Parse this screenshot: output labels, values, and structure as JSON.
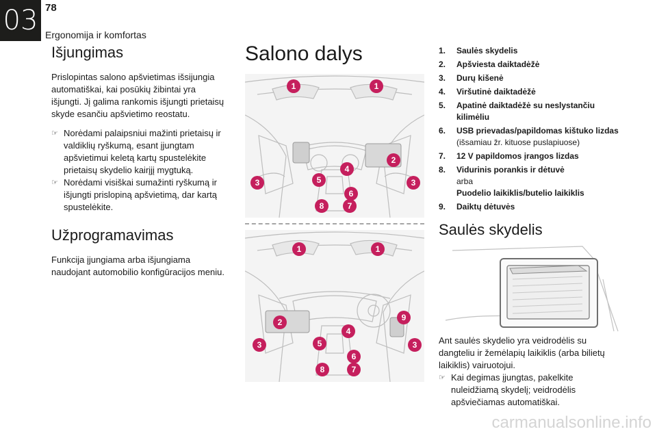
{
  "header": {
    "chapter": "03",
    "page_number": "78",
    "chapter_title": "Ergonomija ir komfortas"
  },
  "left": {
    "section1": {
      "title": "Išjungimas",
      "paragraph": "Prislopintas salono apšvietimas išsijungia automatiškai, kai posūkių žibintai yra išjungti. Jį galima rankomis išjungti prietaisų skyde esančiu apšvietimo reostatu.",
      "bullets": [
        "Norėdami palaipsniui mažinti prietaisų ir valdiklių ryškumą, esant įjungtam apšvietimui keletą kartų spustelėkite prietaisų skydelio kairįjį mygtuką.",
        "Norėdami visiškai sumažinti ryškumą ir išjungti prislopiną apšvietimą, dar kartą spustelėkite."
      ]
    },
    "section2": {
      "title": "Užprogramavimas",
      "paragraph": "Funkcija įjungiama arba išjungiama naudojant automobilio konfigūracijos meniu."
    },
    "bullet_icon": ""
  },
  "middle": {
    "title": "Salono dalys",
    "figure_top_badges": [
      "1",
      "1",
      "2",
      "3",
      "3",
      "4",
      "5",
      "6",
      "7",
      "8"
    ],
    "figure_bottom_badges": [
      "1",
      "1",
      "2",
      "3",
      "3",
      "4",
      "5",
      "6",
      "7",
      "8",
      "9"
    ]
  },
  "right": {
    "parts": [
      {
        "num": "1.",
        "label": "Saulės skydelis"
      },
      {
        "num": "2.",
        "label": "Apšviesta daiktadėžė"
      },
      {
        "num": "3.",
        "label": "Durų kišenė"
      },
      {
        "num": "4.",
        "label": "Viršutinė daiktadėžė"
      },
      {
        "num": "5.",
        "label": "Apatinė daiktadėžė su neslystančiu kilimėliu"
      },
      {
        "num": "6.",
        "label": "USB prievadas/papildomas kištuko lizdas",
        "note": "(išsamiau žr. kituose puslapiuose)"
      },
      {
        "num": "7.",
        "label": "12 V papildomos įrangos lizdas"
      },
      {
        "num": "8.",
        "label": "Vidurinis porankis ir dėtuvė",
        "note": "arba",
        "label2": "Puodelio laikiklis/butelio laikiklis"
      },
      {
        "num": "9.",
        "label": "Daiktų dėtuvės"
      }
    ],
    "section": {
      "title": "Saulės skydelis",
      "paragraph": "Ant saulės skydelio yra veidrodėlis su dangteliu ir žemėlapių laikiklis (arba bilietų laikiklis) vairuotojui.",
      "bullet": "Kai degimas įjungtas, pakelkite nuleidžiamą skydelį; veidrodėlis apšviečiamas automatiškai."
    }
  },
  "watermark": "carmanualsonline.info",
  "colors": {
    "accent": "#c51f5d",
    "tab": "#1d1d1b"
  }
}
